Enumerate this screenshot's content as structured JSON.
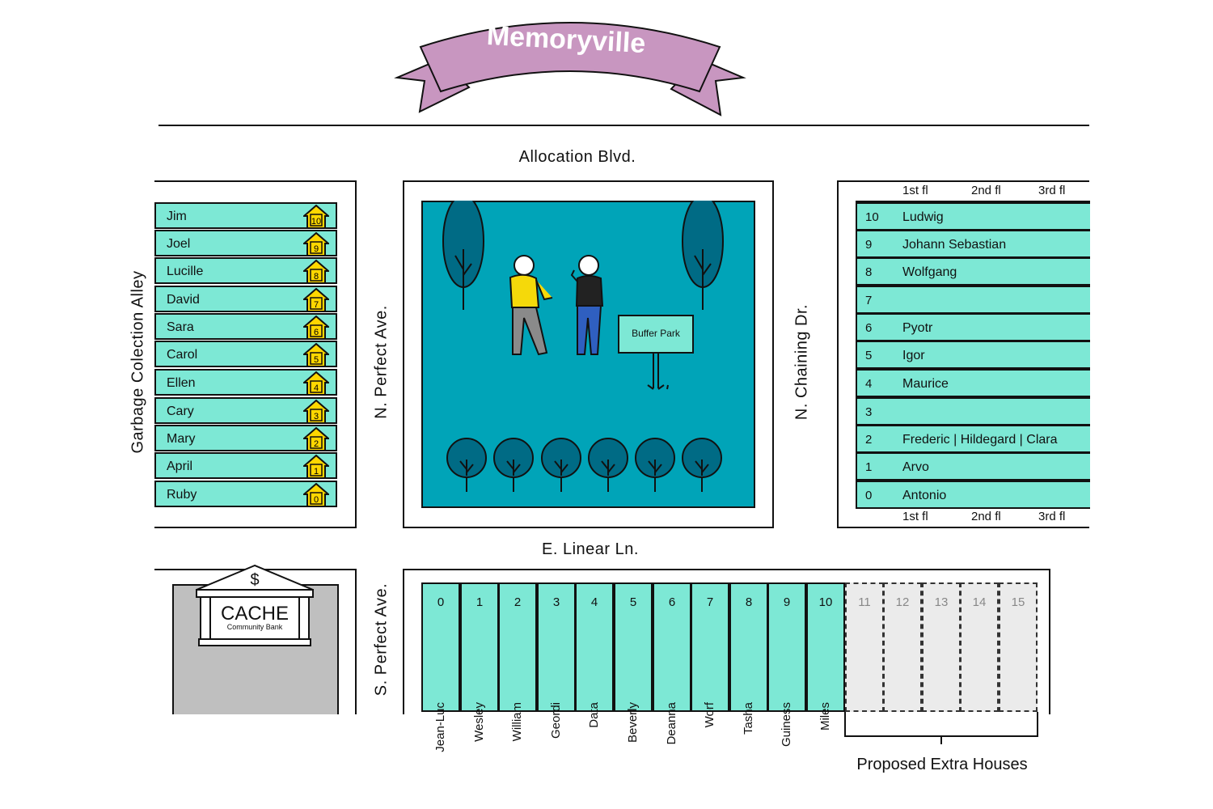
{
  "town": {
    "title": "Memoryville",
    "colors": {
      "banner": "#c896c0",
      "house": "#7de8d5",
      "park": "#00a4b8",
      "tree": "#006b85",
      "badge": "#ffd700",
      "bank_lot": "#bfbfbf",
      "proposed": "#ebebeb"
    }
  },
  "streets": {
    "top": "Allocation Blvd.",
    "middle": "E. Linear Ln.",
    "alley": "Garbage Colection Alley",
    "n_perfect": "N. Perfect Ave.",
    "n_chaining": "N. Chaining Dr.",
    "s_perfect": "S. Perfect Ave."
  },
  "left_block": {
    "rows": [
      {
        "name": "Jim",
        "num": "10"
      },
      {
        "name": "Joel",
        "num": "9"
      },
      {
        "name": "Lucille",
        "num": "8"
      },
      {
        "name": "David",
        "num": "7"
      },
      {
        "name": "Sara",
        "num": "6"
      },
      {
        "name": "Carol",
        "num": "5"
      },
      {
        "name": "Ellen",
        "num": "4"
      },
      {
        "name": "Cary",
        "num": "3"
      },
      {
        "name": "Mary",
        "num": "2"
      },
      {
        "name": "April",
        "num": "1"
      },
      {
        "name": "Ruby",
        "num": "0"
      }
    ]
  },
  "park": {
    "sign": "Buffer Park"
  },
  "right_block": {
    "floors": [
      "1st fl",
      "2nd fl",
      "3rd fl"
    ],
    "rows": [
      {
        "num": "10",
        "name": "Ludwig"
      },
      {
        "num": "9",
        "name": "Johann Sebastian"
      },
      {
        "num": "8",
        "name": "Wolfgang"
      },
      {
        "num": "7",
        "name": ""
      },
      {
        "num": "6",
        "name": "Pyotr"
      },
      {
        "num": "5",
        "name": "Igor"
      },
      {
        "num": "4",
        "name": "Maurice"
      },
      {
        "num": "3",
        "name": ""
      },
      {
        "num": "2",
        "name": "Frederic | Hildegard | Clara"
      },
      {
        "num": "1",
        "name": "Arvo"
      },
      {
        "num": "0",
        "name": "Antonio"
      }
    ]
  },
  "bank": {
    "name": "CACHE",
    "subtitle": "Community Bank",
    "symbol": "$"
  },
  "bottom_block": {
    "houses": [
      {
        "num": "0",
        "name": "Jean-Luc"
      },
      {
        "num": "1",
        "name": "Wesley"
      },
      {
        "num": "2",
        "name": "William"
      },
      {
        "num": "3",
        "name": "Geordi"
      },
      {
        "num": "4",
        "name": "Data"
      },
      {
        "num": "5",
        "name": "Beverly"
      },
      {
        "num": "6",
        "name": "Deanna"
      },
      {
        "num": "7",
        "name": "Worf"
      },
      {
        "num": "8",
        "name": "Tasha"
      },
      {
        "num": "9",
        "name": "Guiness"
      },
      {
        "num": "10",
        "name": "Miles"
      }
    ],
    "proposed": [
      "11",
      "12",
      "13",
      "14",
      "15"
    ],
    "proposed_label": "Proposed Extra Houses"
  }
}
